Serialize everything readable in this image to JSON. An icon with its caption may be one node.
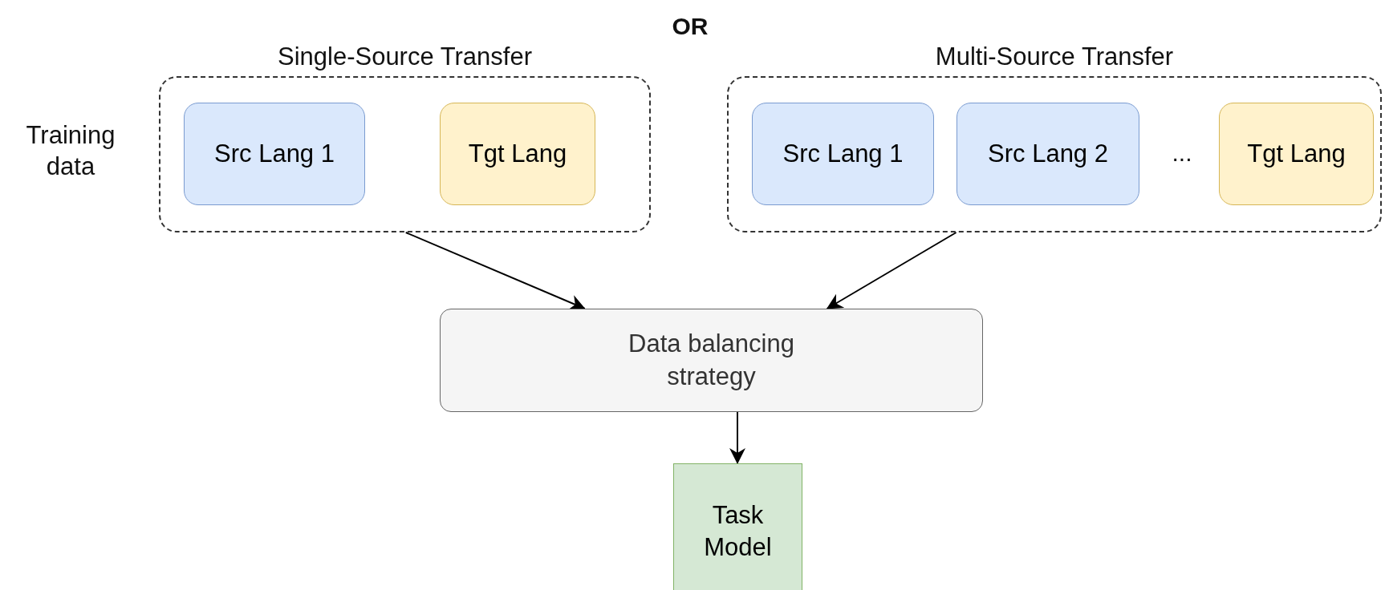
{
  "diagram": {
    "nodes": [
      {
        "text": [
          "Single-Source Transfer"
        ]
      },
      {
        "text": [
          "Src Lang 1"
        ],
        "in": 0
      },
      {
        "text": [
          "Tgt Lang"
        ],
        "in": 0
      },
      {
        "text": [
          "Multi-Source Transfer"
        ]
      },
      {
        "text": [
          "Src Lang 1"
        ],
        "in": 3
      },
      {
        "text": [
          "Src Lang 2"
        ],
        "in": 3
      },
      {
        "text": [
          "Tgt Lang"
        ],
        "in": 3
      },
      {
        "text": [
          "Data balancing strategy"
        ]
      },
      {
        "text": [
          "Task Model"
        ]
      }
    ],
    "edges": [
      {
        "from": 0,
        "to": 7,
        "arrow": "to"
      },
      {
        "from": 3,
        "to": 7,
        "arrow": "to"
      },
      {
        "from": 7,
        "to": 8,
        "arrow": "to"
      }
    ],
    "labels": [
      "OR",
      "Training data",
      "..."
    ]
  }
}
